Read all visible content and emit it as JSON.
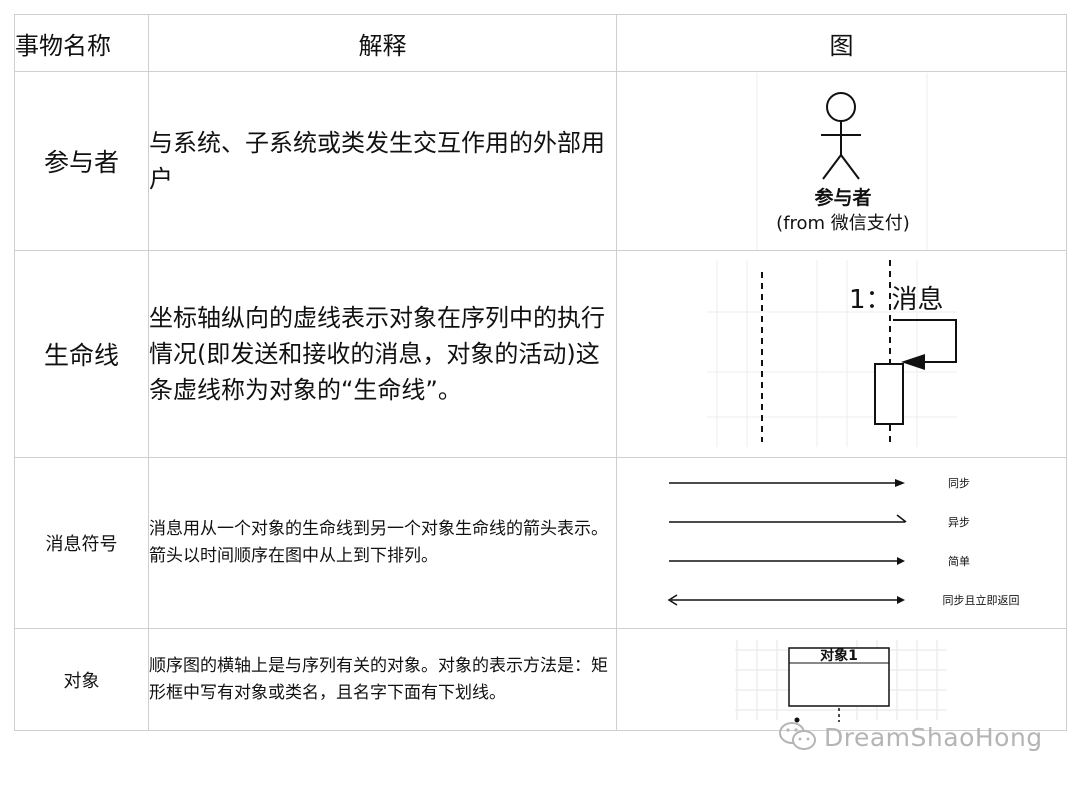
{
  "header": {
    "name": "事物名称",
    "desc": "解释",
    "fig": "图"
  },
  "rows": [
    {
      "name": "参与者",
      "desc": "与系统、子系统或类发生交互作用的外部用户"
    },
    {
      "name": "生命线",
      "desc": "坐标轴纵向的虚线表示对象在序列中的执行情况(即发送和接收的消息，对象的活动)这条虚线称为对象的“生命线”。"
    },
    {
      "name": "消息符号",
      "desc": "消息用从一个对象的生命线到另一个对象生命线的箭头表示。箭头以时间顺序在图中从上到下排列。"
    },
    {
      "name": "对象",
      "desc": "顺序图的横轴上是与序列有关的对象。对象的表示方法是：矩形框中写有对象或类名，且名字下面有下划线。"
    }
  ],
  "figures": {
    "actor_label": "参与者",
    "actor_sub": "(from 微信支付)",
    "lifeline_message": "1：消息",
    "messages": [
      "同步",
      "异步",
      "简单",
      "同步且立即返回"
    ],
    "object_label": "对象1"
  },
  "watermark": "DreamShaoHong"
}
